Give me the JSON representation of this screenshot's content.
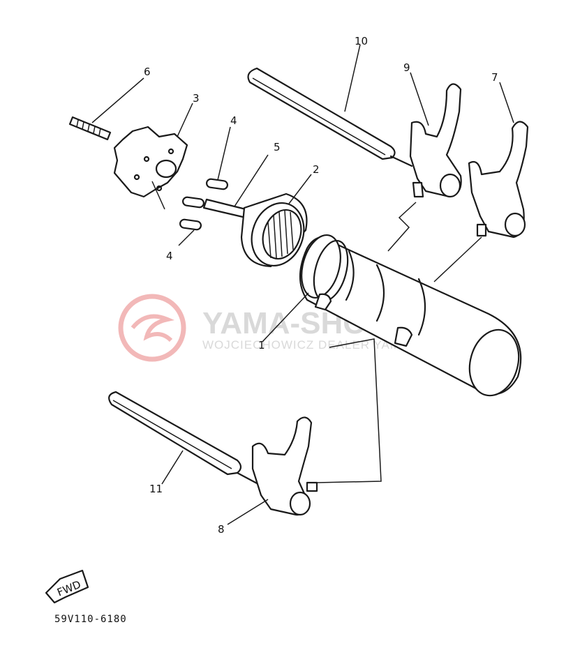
{
  "callouts": [
    "1",
    "2",
    "3",
    "4",
    "4",
    "5",
    "6",
    "7",
    "8",
    "9",
    "10",
    "11"
  ],
  "forward_label": "FWD",
  "diagram_code": "59V110-6180",
  "watermark": {
    "title": "YAMA-SHOP.PL",
    "subtitle": "WOJCIECHOWICZ DEALER YAMAHA",
    "color": "#f2b8b8"
  }
}
